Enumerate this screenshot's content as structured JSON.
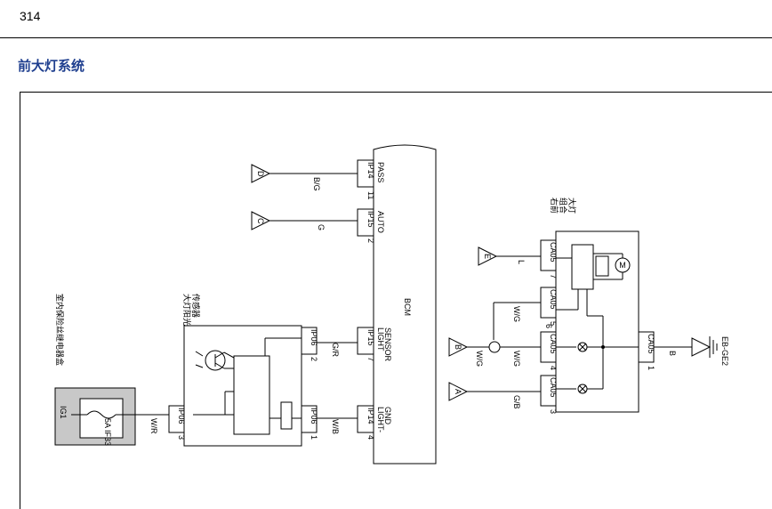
{
  "page": {
    "number": "314"
  },
  "section": {
    "title": "前大灯系统"
  },
  "diagram": {
    "bcm": {
      "label": "BCM"
    },
    "fuse_box": {
      "label": "室内保险丝继电器盒",
      "ig": "IG1",
      "fuse": "5A IF33",
      "pin": "3",
      "connector": "IP06",
      "wire": "W/R"
    },
    "sensor": {
      "label_line1": "大灯阳光",
      "label_line2": "传感器"
    },
    "lamp": {
      "label_line1": "右前",
      "label_line2": "组合",
      "label_line3": "大灯"
    },
    "bcm_pins": [
      {
        "pin": "11",
        "conn": "IP14",
        "signal": "PASS",
        "wire": "B/G",
        "ref": "D"
      },
      {
        "pin": "2",
        "conn": "IP15",
        "signal": "AUTO",
        "wire": "G",
        "ref": "C"
      },
      {
        "pin": "7",
        "conn": "IP15",
        "signal_line1": "LIGHT",
        "signal_line2": "SENSOR",
        "wire": "G/R"
      },
      {
        "pin": "4",
        "conn": "IP14",
        "signal_line1": "LIGHT-",
        "signal_line2": "GND",
        "wire": "W/B"
      }
    ],
    "sensor_pins": [
      {
        "pin": "2",
        "conn": "IP06"
      },
      {
        "pin": "1",
        "conn": "IP06"
      }
    ],
    "lamp_pins": [
      {
        "pin": "7",
        "conn": "CA05",
        "wire": "L",
        "ref": "E"
      },
      {
        "pin": "5",
        "conn": "CA05",
        "wire": "W/G"
      },
      {
        "pin": "6",
        "conn": "CA05"
      },
      {
        "pin": "4",
        "conn": "CA05",
        "wire": "W/G",
        "ref": "B"
      },
      {
        "pin": "3",
        "conn": "CA05",
        "wire": "G/B",
        "ref": "A"
      },
      {
        "pin": "1",
        "conn": "CA05",
        "wire": "B"
      }
    ],
    "ground": {
      "label": "EB-GE2"
    },
    "motor": {
      "label": "M"
    }
  }
}
